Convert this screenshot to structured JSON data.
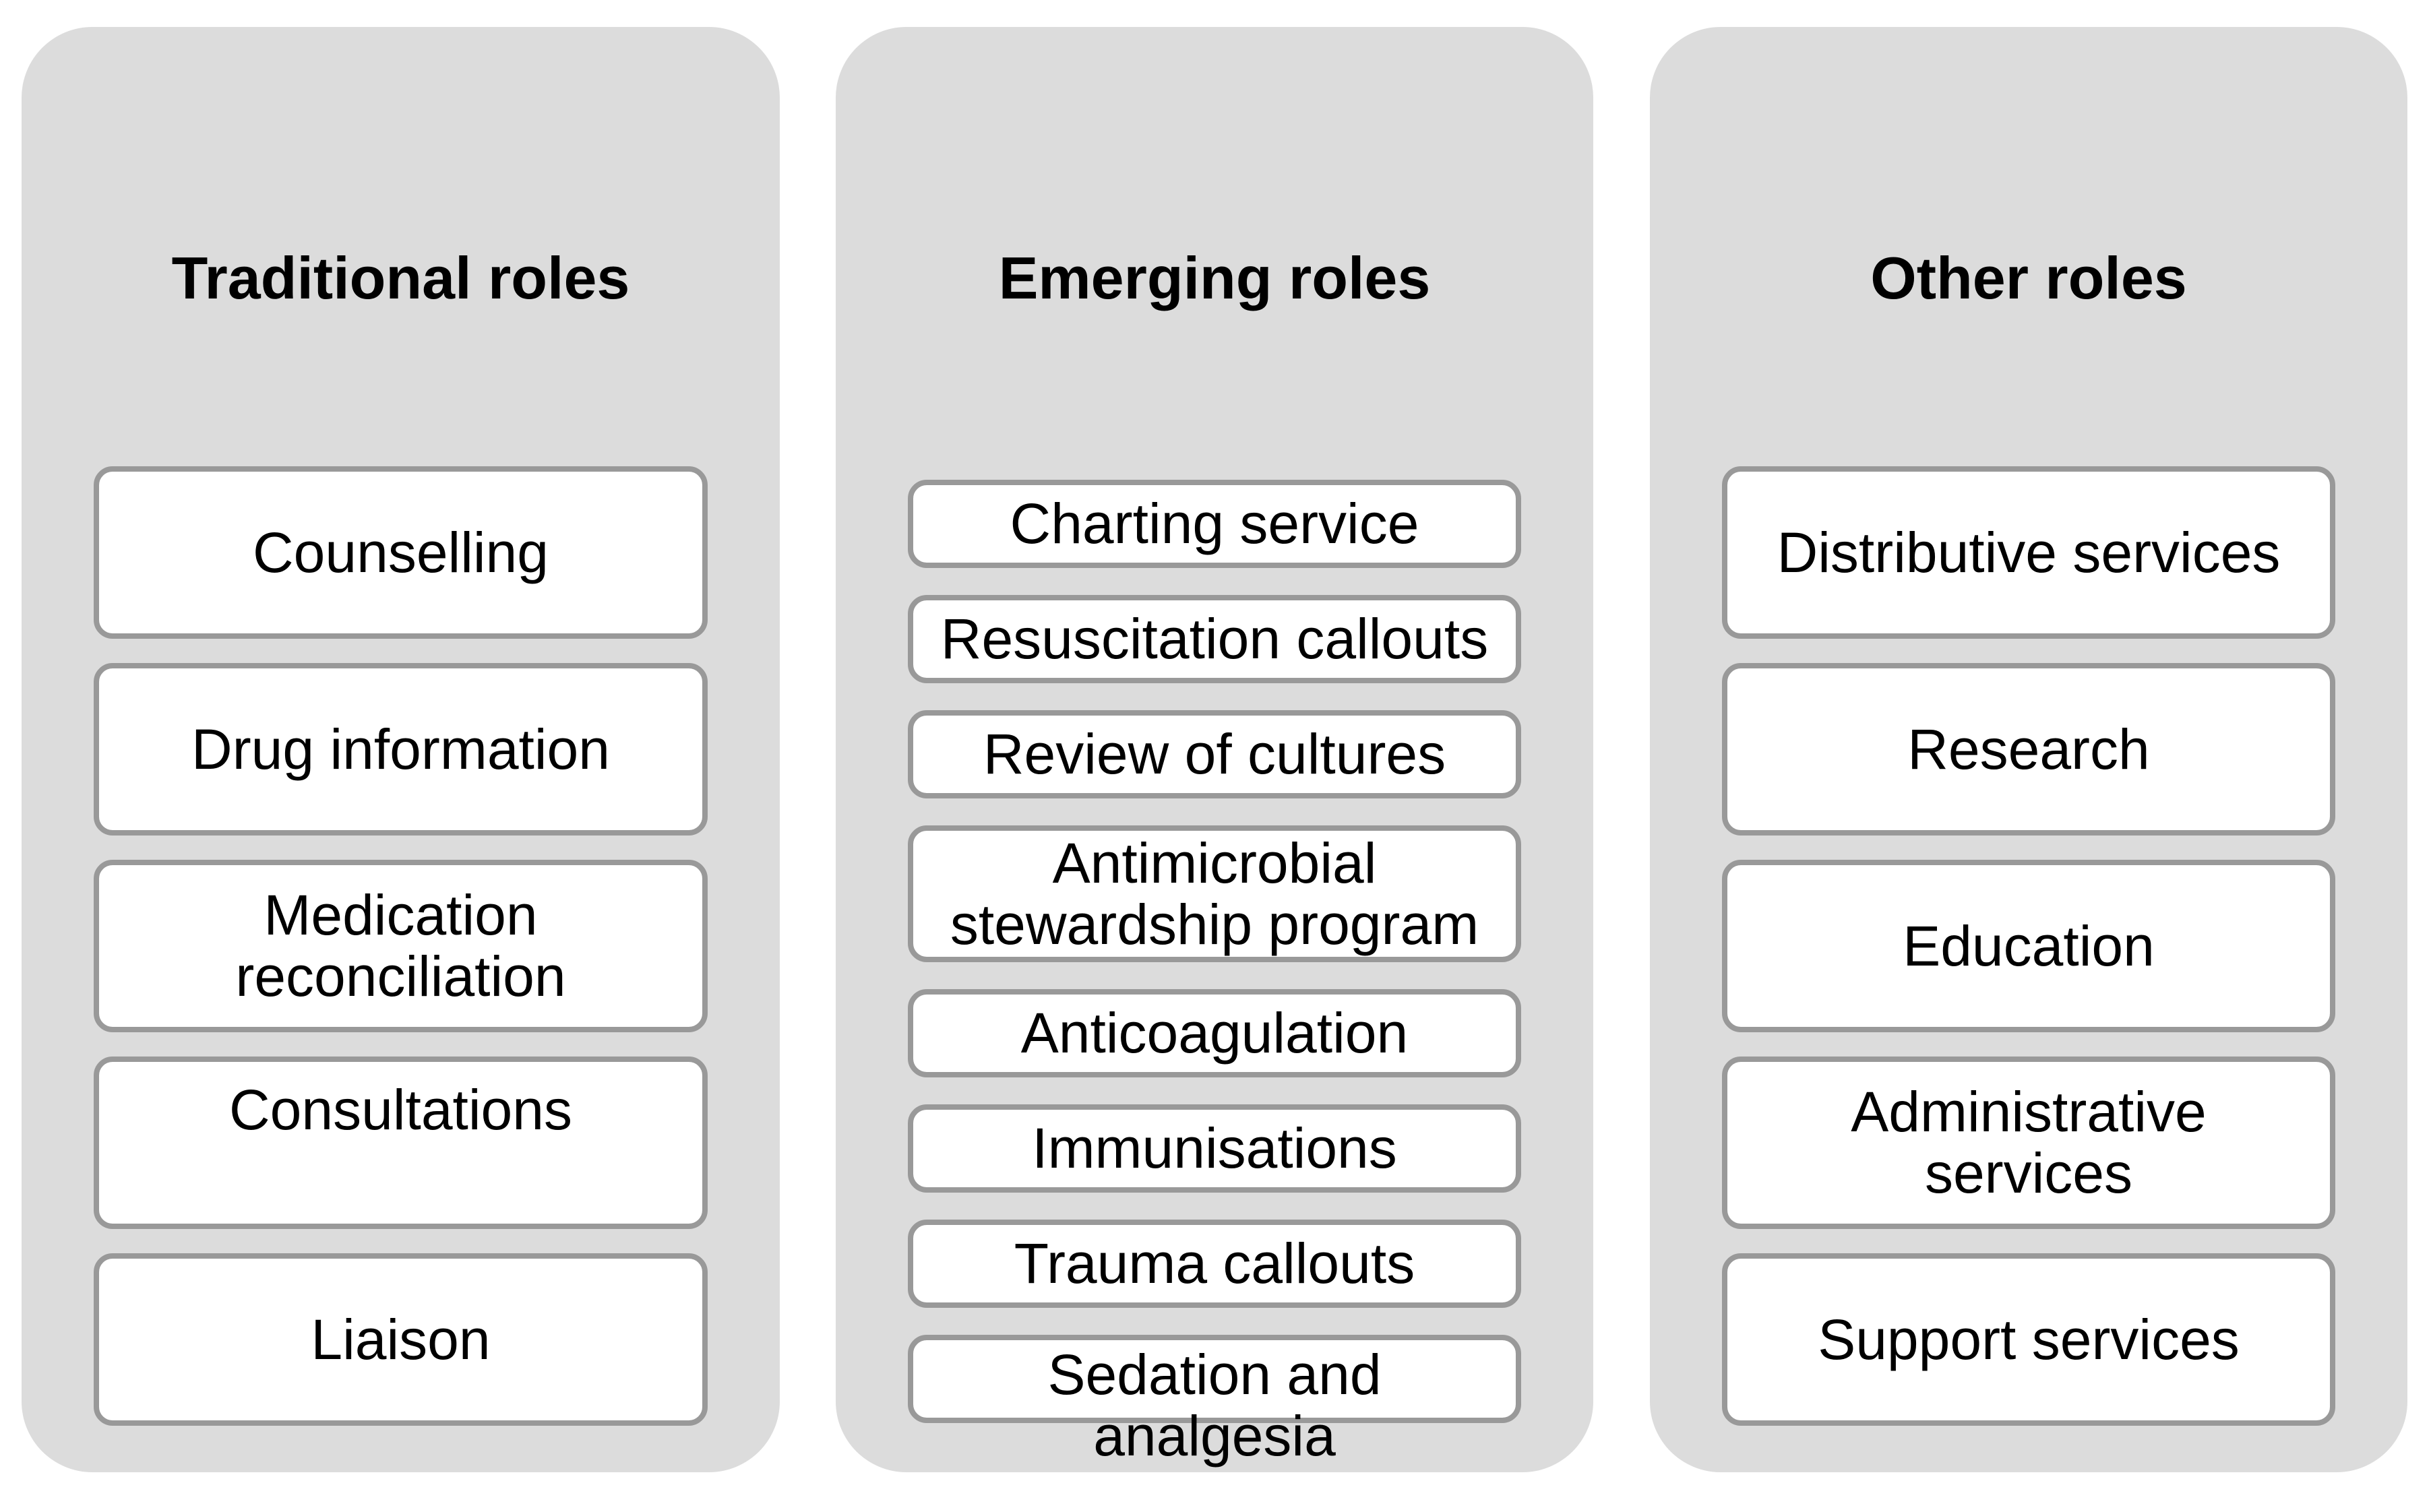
{
  "figure": {
    "columns": [
      {
        "header": "Traditional roles",
        "items": [
          "Counselling",
          "Drug information",
          "Medication reconciliation",
          "Consultations",
          "Liaison"
        ]
      },
      {
        "header": "Emerging roles",
        "items": [
          "Charting service",
          "Resuscitation callouts",
          "Review of cultures",
          "Antimicrobial stewardship program",
          "Anticoagulation",
          "Immunisations",
          "Trauma callouts",
          "Sedation and analgesia"
        ]
      },
      {
        "header": "Other roles",
        "items": [
          "Distributive services",
          "Research",
          "Education",
          "Administrative services",
          "Support services"
        ]
      }
    ],
    "colors": {
      "page_background": "#ffffff",
      "panel_background": "#dcdcdc",
      "box_fill": "#ffffff",
      "box_border": "#999999",
      "text": "#000000"
    }
  }
}
